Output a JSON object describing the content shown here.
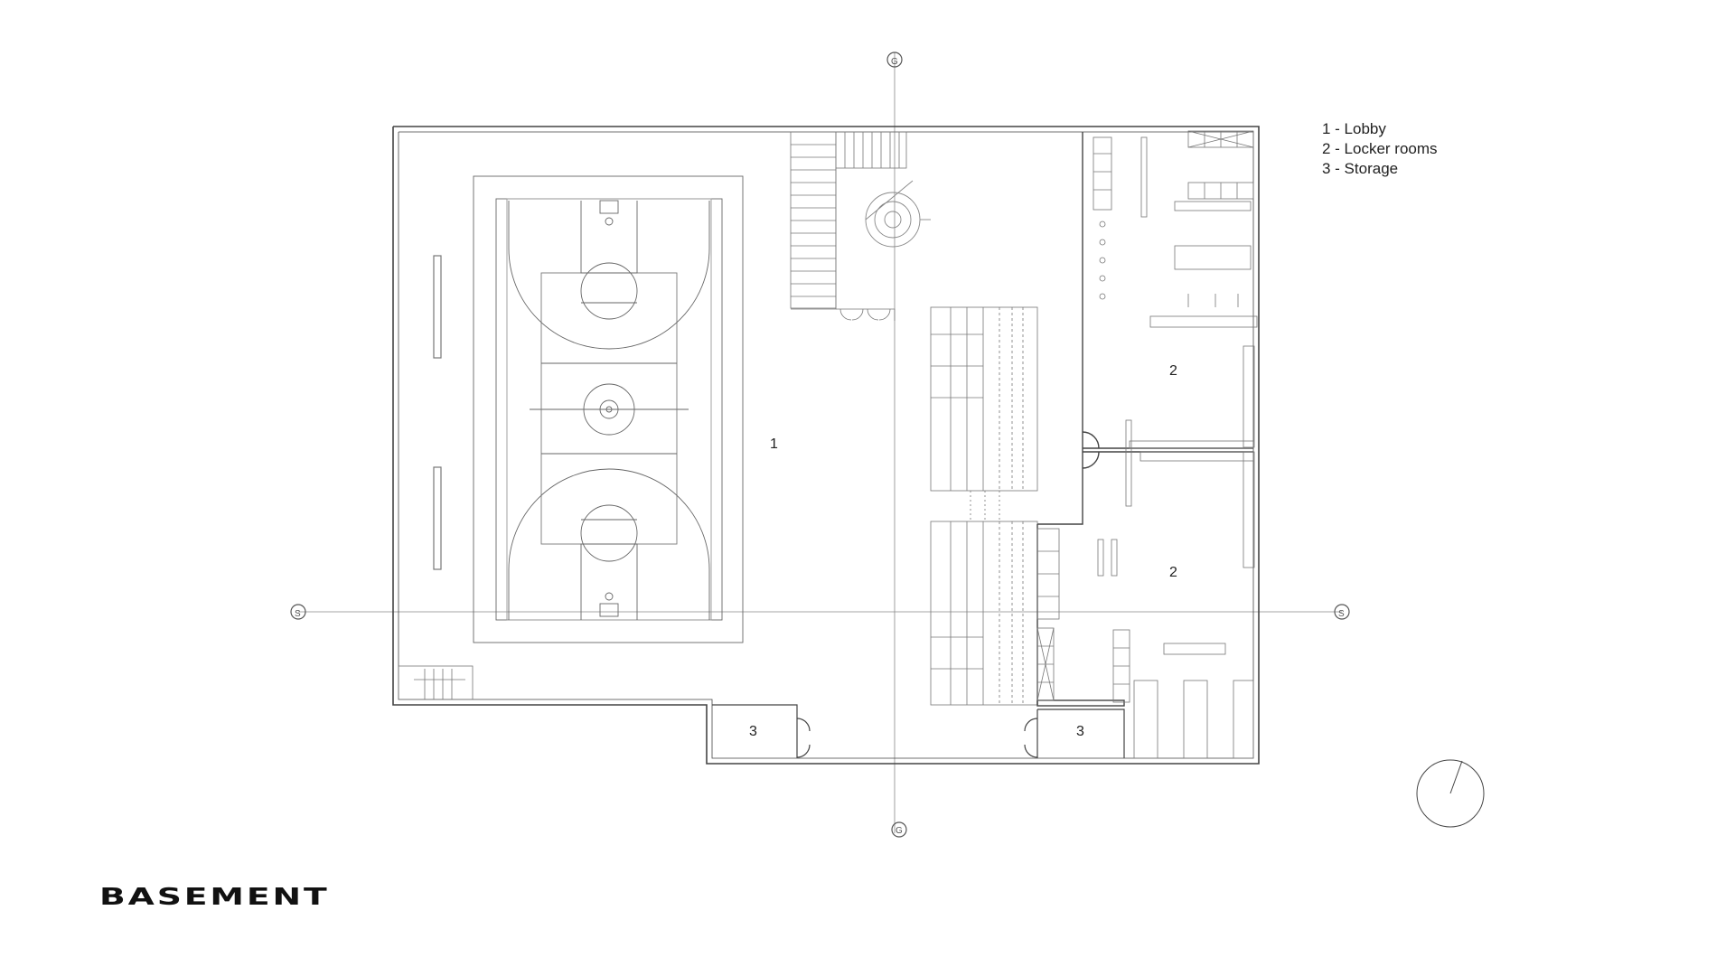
{
  "drawing": {
    "title": "BASEMENT",
    "legend": [
      {
        "number": "1",
        "label": "1 - Lobby"
      },
      {
        "number": "2",
        "label": "2 - Locker rooms"
      },
      {
        "number": "3",
        "label": "3 - Storage"
      }
    ],
    "room_labels": {
      "lobby": "1",
      "locker_upper": "2",
      "locker_lower": "2",
      "storage_left": "3",
      "storage_right": "3"
    },
    "grid_markers": {
      "top": "G",
      "bottom": "G",
      "left": "S",
      "right": "S"
    },
    "colors": {
      "line": "#555555",
      "light_line": "#9a9a9a",
      "text": "#222222"
    }
  }
}
